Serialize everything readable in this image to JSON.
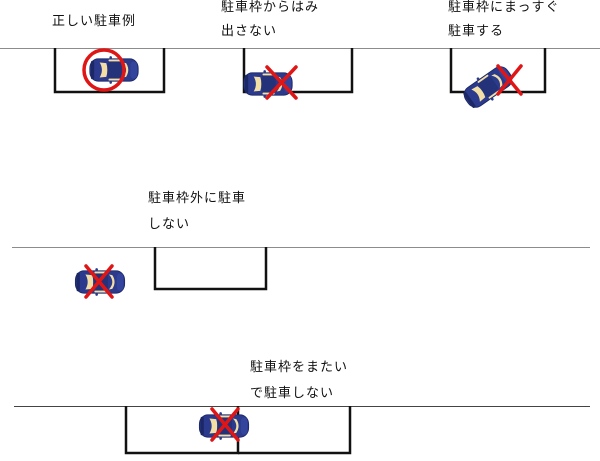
{
  "examples": [
    {
      "id": "correct",
      "lines": [
        "正しい駐車例"
      ],
      "mark": "circle"
    },
    {
      "id": "no-overhang",
      "lines": [
        "駐車枠からはみ",
        "出さない"
      ],
      "mark": "cross"
    },
    {
      "id": "park-straight",
      "lines": [
        "駐車枠にまっすぐ",
        "駐車する"
      ],
      "mark": "cross"
    },
    {
      "id": "no-outside",
      "lines": [
        "駐車枠外に駐車",
        "しない"
      ],
      "mark": "cross"
    },
    {
      "id": "no-straddle",
      "lines": [
        "駐車枠をまたい",
        "で駐車しない"
      ],
      "mark": "cross"
    }
  ],
  "colors": {
    "car_body": "#2b3a8c",
    "car_dark": "#1c2766",
    "car_glass": "#f3dfa6",
    "circle_mark": "#e01616",
    "cross_mark": "#e01616",
    "frame_line": "#111111",
    "curb_line": "#8c8c8c"
  }
}
